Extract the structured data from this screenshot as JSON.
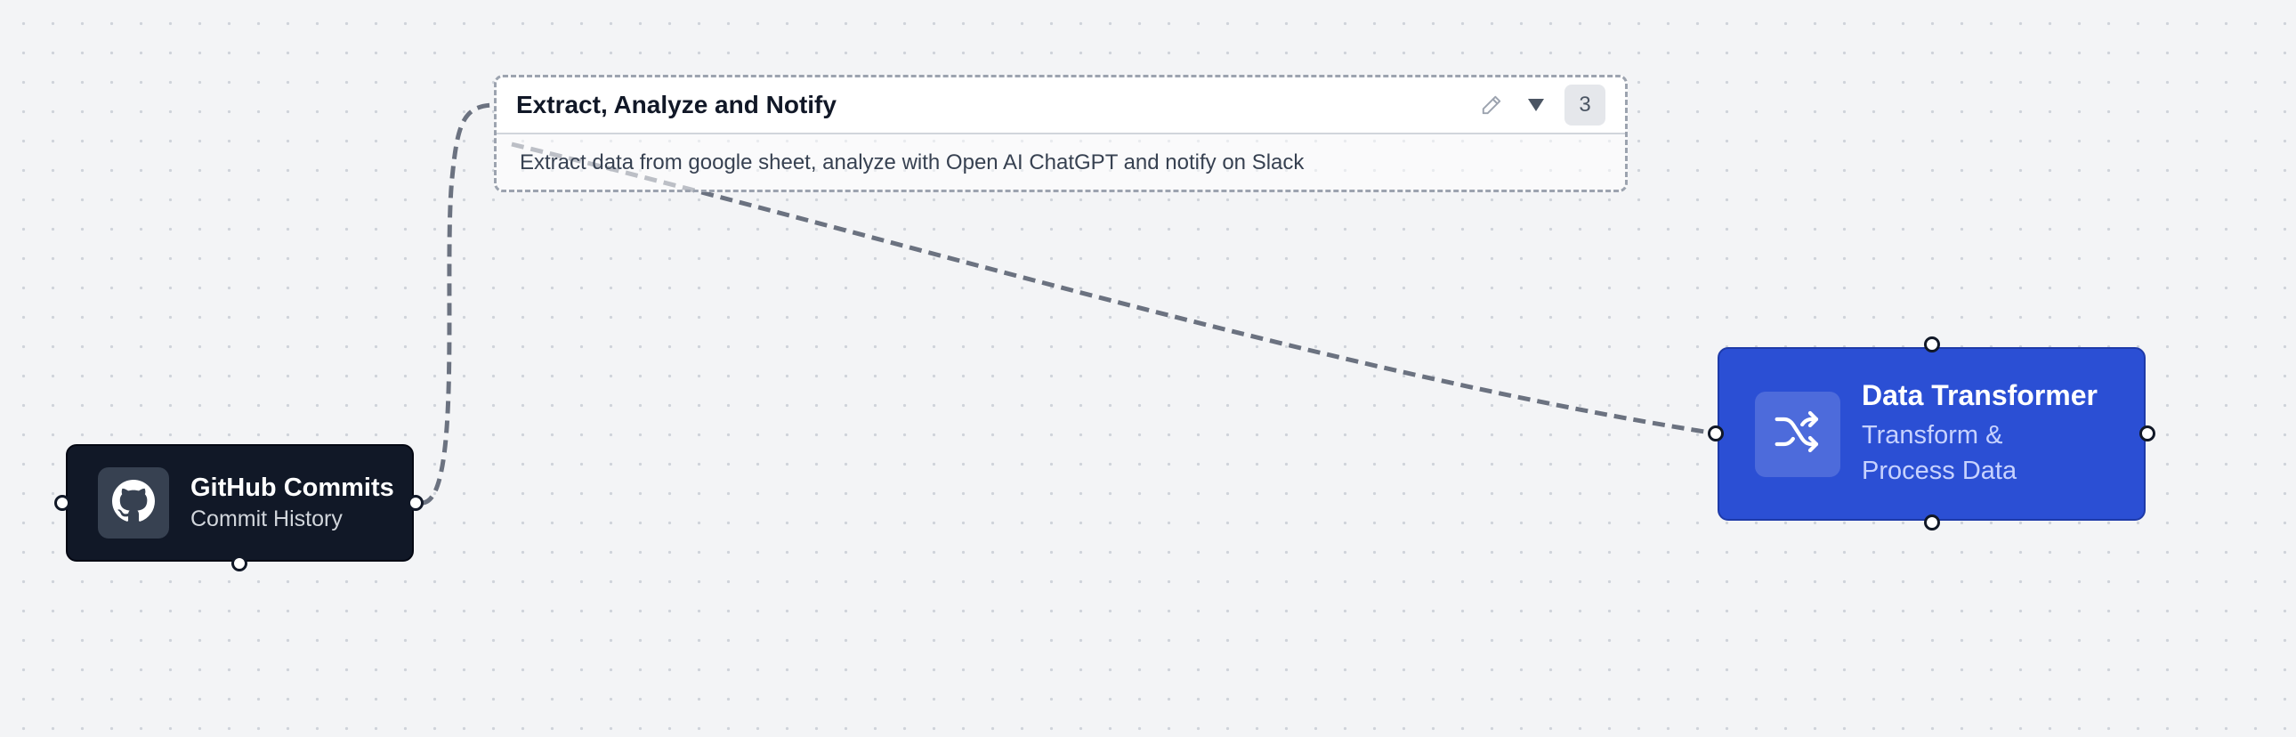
{
  "canvas": {
    "background": "#f3f4f6",
    "edge_color": "#6b7280"
  },
  "group": {
    "title": "Extract, Analyze and Notify",
    "description": "Extract data from google sheet, analyze with Open AI ChatGPT and notify on Slack",
    "count": "3",
    "edit_icon": "pencil-icon",
    "collapse_icon": "triangle-down-icon"
  },
  "nodes": {
    "github": {
      "title": "GitHub Commits",
      "subtitle": "Commit History",
      "icon": "github-icon",
      "color": "#111827"
    },
    "transformer": {
      "title": "Data Transformer",
      "subtitle": "Transform & Process Data",
      "icon": "shuffle-icon",
      "color": "#2b4fd4"
    }
  }
}
